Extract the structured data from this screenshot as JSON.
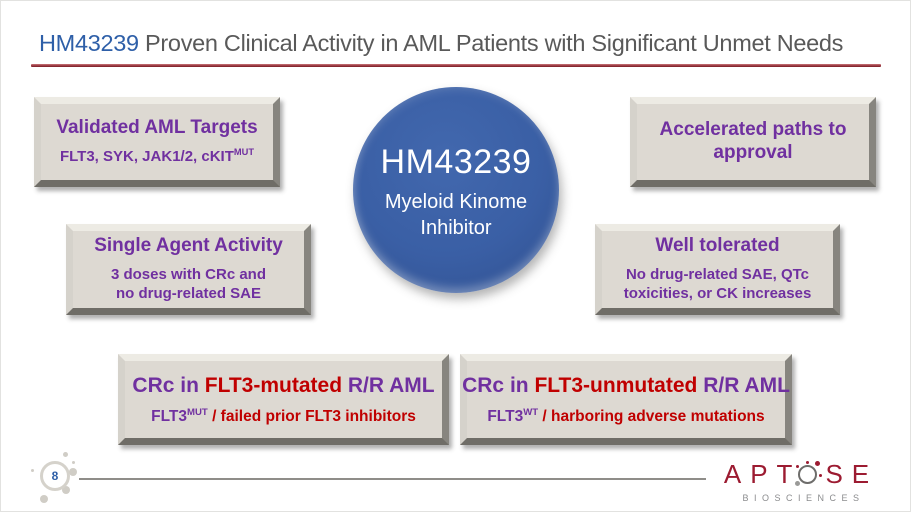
{
  "title": {
    "highlight": "HM43239",
    "rest": " Proven Clinical Activity in AML Patients with Significant Unmet Needs"
  },
  "circle": {
    "line1": "HM43239",
    "line2": "Myeloid Kinome",
    "line3": "Inhibitor"
  },
  "cards": {
    "validated": {
      "title": "Validated AML Targets",
      "sub_main": "FLT3, SYK, JAK1/2, cKIT",
      "sub_sup": "MUT"
    },
    "single_agent": {
      "title": "Single Agent Activity",
      "sub_line1": "3 doses with CRc and",
      "sub_line2": "no drug-related SAE"
    },
    "accelerated": {
      "title_line1": "Accelerated paths to",
      "title_line2": "approval"
    },
    "tolerated": {
      "title": "Well tolerated",
      "sub_line1": "No drug-related SAE, QTc",
      "sub_line2": "toxicities, or CK increases"
    },
    "flt3_mutated": {
      "title_run1": "CRc in ",
      "title_run2": "FLT3-mutated",
      "title_run3": " R/R AML",
      "sub_run1": "FLT3",
      "sub_sup": "MUT",
      "sub_run2": " / failed prior FLT3 inhibitors"
    },
    "flt3_unmutated": {
      "title_run1": "CRc in ",
      "title_run2": "FLT3-unmutated",
      "title_run3": " R/R AML",
      "sub_run1": "FLT3",
      "sub_sup": "WT",
      "sub_run2": " / harboring adverse mutations"
    }
  },
  "footer": {
    "page_number": "8",
    "logo_part1": "APT",
    "logo_part2": "SE",
    "logo_sub": "BIOSCIENCES"
  },
  "colors": {
    "purple": "#7030A0",
    "red": "#C00000",
    "title_blue": "#2E5FA8",
    "title_gray": "#595959",
    "circle_blue": "#3A5FA5",
    "card_bg": "#DDD9D2",
    "logo_red": "#9C1B31"
  }
}
